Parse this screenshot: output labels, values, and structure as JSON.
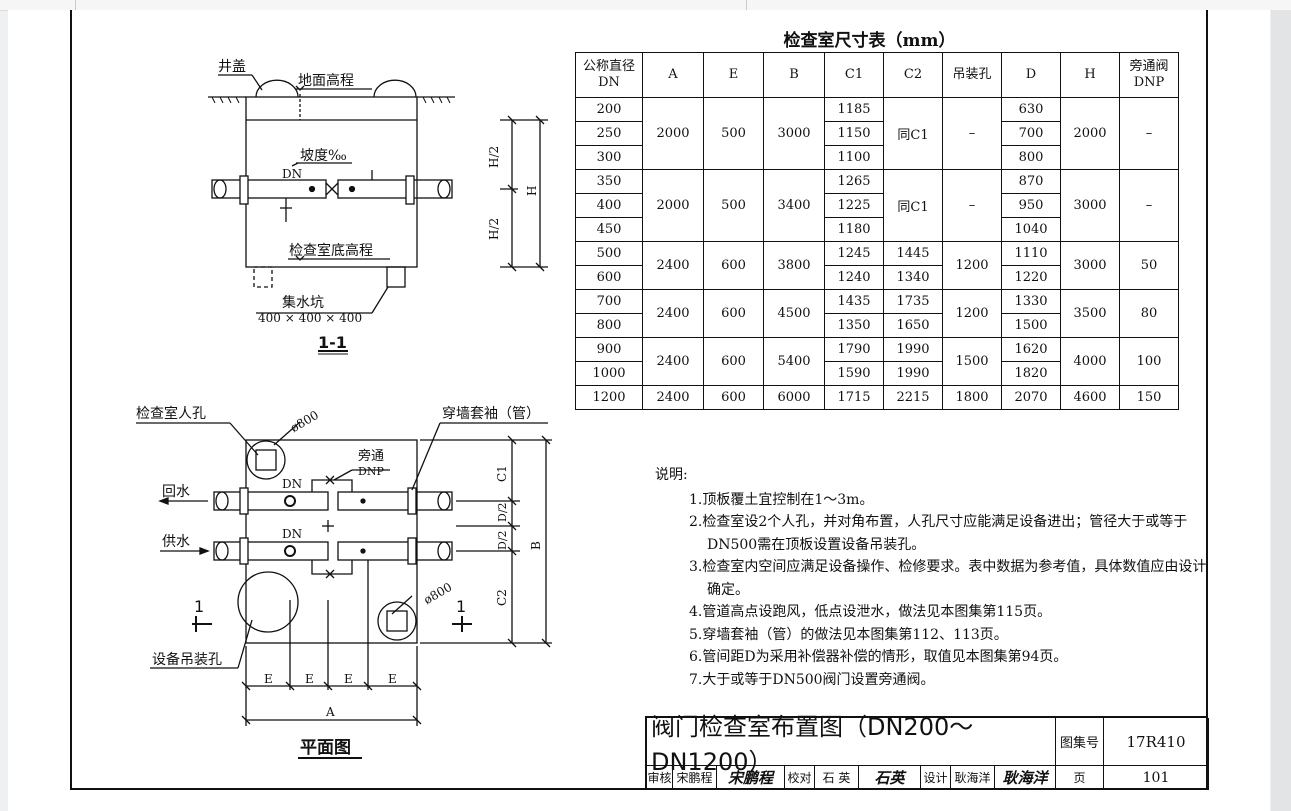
{
  "section_view": {
    "labels": {
      "manhole_cover": "井盖",
      "ground_level": "地面高程",
      "slope": "坡度‰",
      "dn": "DN",
      "half_h_top": "H/2",
      "half_h_bottom": "H/2",
      "h": "H",
      "bottom_level": "检查室底高程",
      "sump": "集水坑",
      "sump_size": "400 × 400 × 400",
      "section_name": "1-1"
    }
  },
  "plan_view": {
    "labels": {
      "manhole": "检查室人孔",
      "dia_top": "ø800",
      "wall_sleeve": "穿墙套袖（管）",
      "bypass": "旁通",
      "bypass_dn": "DNP",
      "return_water": "回水",
      "supply_water": "供水",
      "dn_top": "DN",
      "dn_bottom": "DN",
      "c1": "C1",
      "d2_top": "D/2",
      "d2_bottom": "D/2",
      "c2": "C2",
      "b": "B",
      "dia_bottom": "ø800",
      "section_mark_left": "1",
      "section_mark_right": "1",
      "hoist_hole": "设备吊装孔",
      "e1": "E",
      "e2": "E",
      "e3": "E",
      "e4": "E",
      "a": "A",
      "view_name": "平面图"
    }
  },
  "dimension_table": {
    "title": "检查室尺寸表（mm）",
    "headers": [
      "公称直径\nDN",
      "A",
      "E",
      "B",
      "C1",
      "C2",
      "吊装孔",
      "D",
      "H",
      "旁通阀\nDNP"
    ],
    "groups": [
      {
        "dn": [
          "200",
          "250",
          "300"
        ],
        "a": "2000",
        "e": "500",
        "b": "3000",
        "c1": [
          "1185",
          "1150",
          "1100"
        ],
        "c2": "同C1",
        "hole": "–",
        "d": [
          "630",
          "700",
          "800"
        ],
        "h": "2000",
        "bypass": "–"
      },
      {
        "dn": [
          "350",
          "400",
          "450"
        ],
        "a": "2000",
        "e": "500",
        "b": "3400",
        "c1": [
          "1265",
          "1225",
          "1180"
        ],
        "c2": "同C1",
        "hole": "–",
        "d": [
          "870",
          "950",
          "1040"
        ],
        "h": "3000",
        "bypass": "–"
      },
      {
        "dn": [
          "500",
          "600"
        ],
        "a": "2400",
        "e": "600",
        "b": "3800",
        "c1": [
          "1245",
          "1240"
        ],
        "c2": [
          "1445",
          "1340"
        ],
        "hole": "1200",
        "d": [
          "1110",
          "1220"
        ],
        "h": "3000",
        "bypass": "50"
      },
      {
        "dn": [
          "700",
          "800"
        ],
        "a": "2400",
        "e": "600",
        "b": "4500",
        "c1": [
          "1435",
          "1350"
        ],
        "c2": [
          "1735",
          "1650"
        ],
        "hole": "1200",
        "d": [
          "1330",
          "1500"
        ],
        "h": "3500",
        "bypass": "80"
      },
      {
        "dn": [
          "900",
          "1000"
        ],
        "a": "2400",
        "e": "600",
        "b": "5400",
        "c1": [
          "1790",
          "1590"
        ],
        "c2": [
          "1990",
          "1990"
        ],
        "hole": "1500",
        "d": [
          "1620",
          "1820"
        ],
        "h": "4000",
        "bypass": "100"
      },
      {
        "dn": [
          "1200"
        ],
        "a": "2400",
        "e": "600",
        "b": "6000",
        "c1": [
          "1715"
        ],
        "c2": [
          "2215"
        ],
        "hole": "1800",
        "d": [
          "2070"
        ],
        "h": "4600",
        "bypass": "150"
      }
    ]
  },
  "notes": {
    "heading": "说明:",
    "items": [
      "1.顶板覆土宜控制在1～3m。",
      "2.检查室设2个人孔，并对角布置，人孔尺寸应能满足设备进出；管径大于或等于DN500需在顶板设置设备吊装孔。",
      "3.检查室内空间应满足设备操作、检修要求。表中数据为参考值，具体数值应由设计确定。",
      "4.管道高点设跑风，低点设泄水，做法见本图集第115页。",
      "5.穿墙套袖（管）的做法见本图集第112、113页。",
      "6.管间距D为采用补偿器补偿的情形，取值见本图集第94页。",
      "7.大于或等于DN500阀门设置旁通阀。"
    ]
  },
  "title_block": {
    "drawing_title": "阀门检查室布置图（DN200～DN1200）",
    "atlas_no_label": "图集号",
    "atlas_no": "17R410",
    "review_label": "审核",
    "reviewer": "宋鹏程",
    "reviewer_sig": "宋鹏程",
    "check_label": "校对",
    "checker": "石 英",
    "checker_sig": "石英",
    "design_label": "设计",
    "designer": "耿海洋",
    "designer_sig": "耿海洋",
    "page_label": "页",
    "page_no": "101"
  }
}
